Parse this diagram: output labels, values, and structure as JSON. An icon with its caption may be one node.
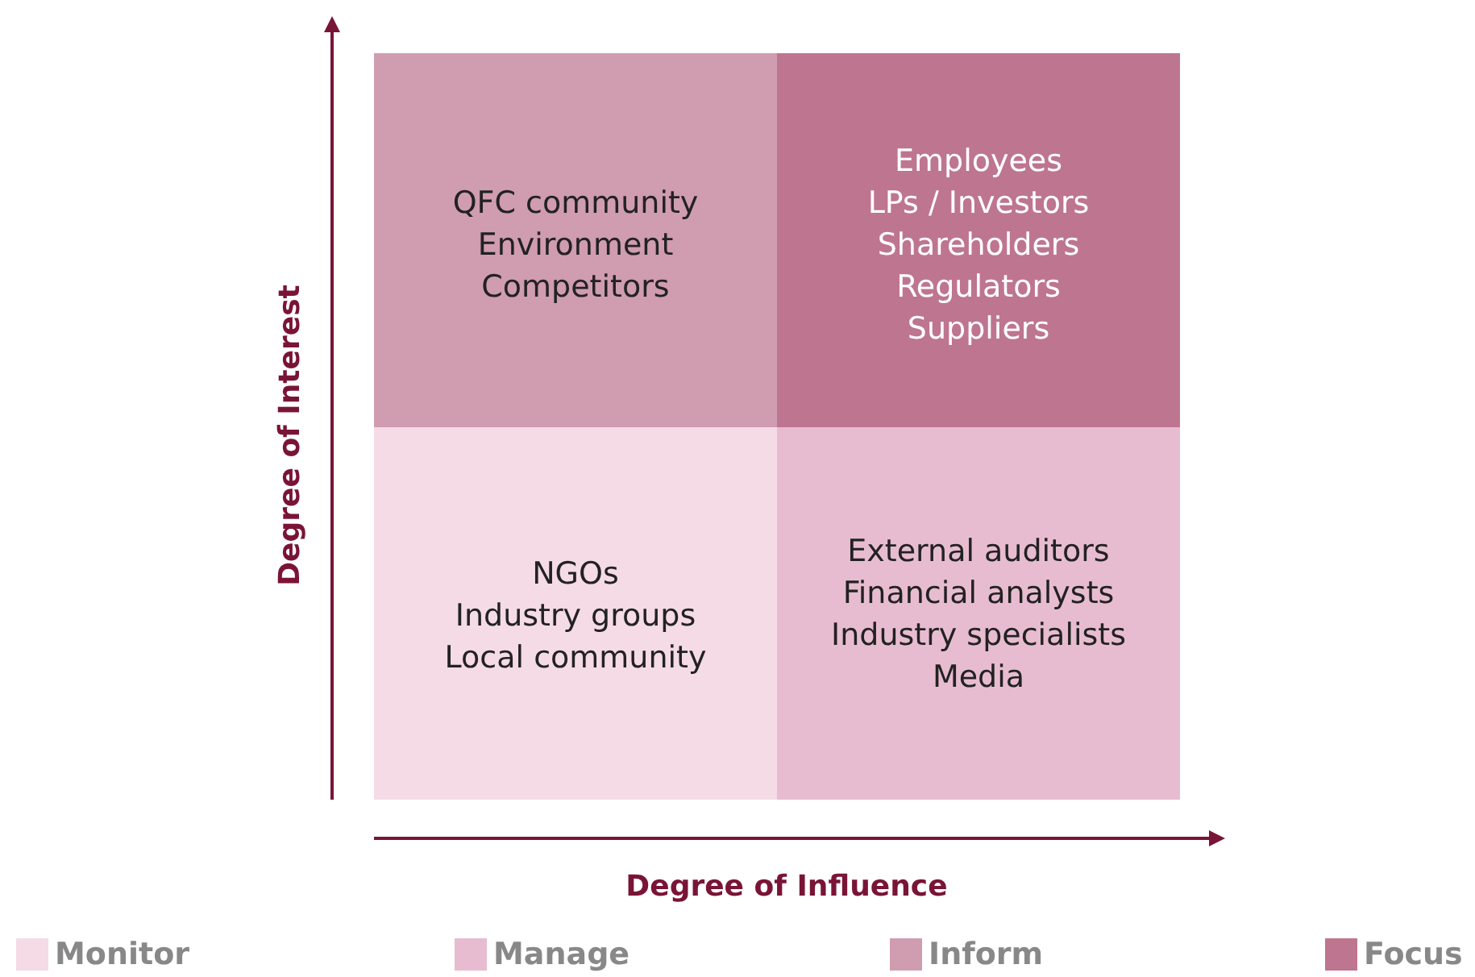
{
  "diagram": {
    "nodes": [
      {
        "text": [
          "QFC community",
          "Environment",
          "Competitors"
        ]
      },
      {
        "text": [
          "Employees",
          "LPs / Investors",
          "Shareholders",
          "Regulators",
          "Suppliers"
        ]
      },
      {
        "text": [
          "NGOs",
          "Industry groups",
          "Local community"
        ]
      },
      {
        "text": [
          "External auditors",
          "Financial analysts",
          "Industry specialists",
          "Media"
        ]
      }
    ],
    "edges": [],
    "labels": [
      "Degree of Interest",
      "Degree of Influence"
    ],
    "legend": [
      {
        "text": "Monitor",
        "color": "#f5dbe6"
      },
      {
        "text": "Manage",
        "color": "#e8bcd0"
      },
      {
        "text": "Inform",
        "color": "#d09cb0"
      },
      {
        "text": "Focus",
        "color": "#be758f"
      }
    ]
  }
}
